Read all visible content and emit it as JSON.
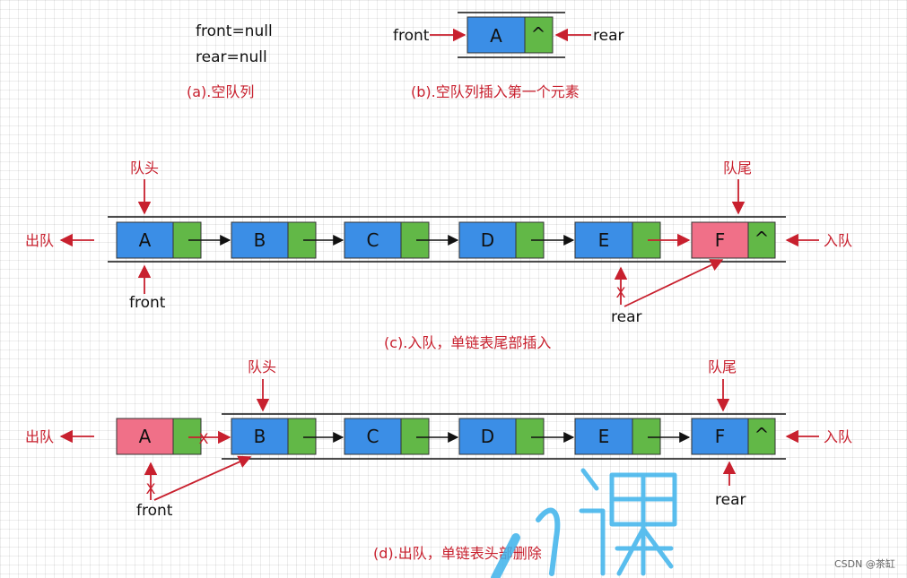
{
  "colors": {
    "blue": "#3b8ee6",
    "green": "#62b847",
    "pink": "#f07088",
    "accent_red": "#c8202e"
  },
  "panel_a": {
    "front_text": "front=null",
    "rear_text": "rear=null",
    "caption": "(a).空队列"
  },
  "panel_b": {
    "node": "A",
    "tail": "^",
    "front_label": "front",
    "rear_label": "rear",
    "caption": "(b).空队列插入第一个元素"
  },
  "panel_c": {
    "nodes": [
      "A",
      "B",
      "C",
      "D",
      "E",
      "F"
    ],
    "tail": "^",
    "head_label": "队头",
    "tail_label": "队尾",
    "dequeue_label": "出队",
    "enqueue_label": "入队",
    "front_label": "front",
    "rear_label": "rear",
    "cross": "X",
    "caption": "(c).入队，单链表尾部插入"
  },
  "panel_d": {
    "nodes": [
      "A",
      "B",
      "C",
      "D",
      "E",
      "F"
    ],
    "tail": "^",
    "head_label": "队头",
    "tail_label": "队尾",
    "dequeue_label": "出队",
    "enqueue_label": "入队",
    "front_label": "front",
    "rear_label": "rear",
    "cross": "X",
    "caption": "(d).出队，单链表头部删除"
  },
  "watermark_text": "CSDN @茶缸"
}
